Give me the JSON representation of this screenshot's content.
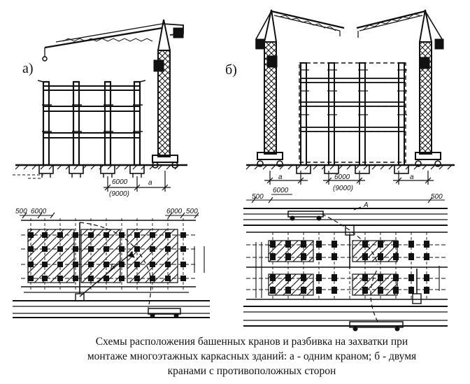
{
  "panels": {
    "a_label": "а)",
    "b_label": "б)"
  },
  "dimensions": {
    "a_span_top": "6000",
    "a_span_bottom": "(9000)",
    "a_offset": "a",
    "b_span_top": "6000",
    "b_span_bottom": "(9000)",
    "b_offset_left": "a",
    "b_offset_right": "a",
    "a_plan_left": "500",
    "a_plan_left2": "6000",
    "a_plan_right": "6000",
    "a_plan_right2": "500",
    "a_plan_radius": "R",
    "b_plan_left": "500",
    "b_plan_right": "500",
    "b_plan_top": "6000",
    "b_plan_mid": "A"
  },
  "caption": {
    "line1": "Схемы расположения башенных кранов и разбивка на захватки при",
    "line2": "монтаже многоэтажных каркасных зданий: а - одним краном; б - двумя",
    "line3": "кранами с противоположных сторон"
  }
}
